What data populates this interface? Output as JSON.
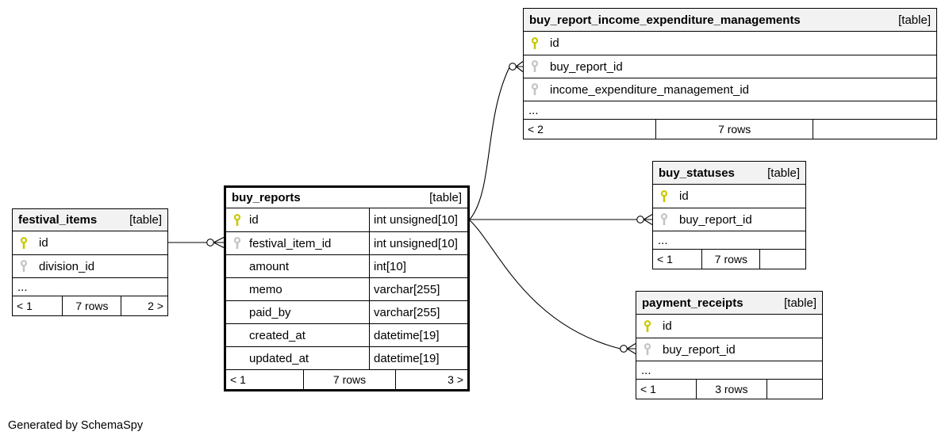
{
  "credit": "Generated by SchemaSpy",
  "colors": {
    "primary_key": "#c8c800",
    "foreign_key": "#c4c4c4",
    "header_bg": "#f2f2f2",
    "focus_header_bg": "#ffffff",
    "line": "#000000",
    "background": "#ffffff"
  },
  "tables": [
    {
      "title": "buy_report_income_expenditure_managements",
      "badge": "[table]",
      "focus": false,
      "columns": [
        {
          "name": "id",
          "key": "primary"
        },
        {
          "name": "buy_report_id",
          "key": "foreign"
        },
        {
          "name": "income_expenditure_management_id",
          "key": "foreign"
        }
      ],
      "truncated": "...",
      "stats": {
        "parents": "< 2",
        "rows": "7 rows",
        "children": ""
      }
    },
    {
      "title": "buy_statuses",
      "badge": "[table]",
      "focus": false,
      "columns": [
        {
          "name": "id",
          "key": "primary"
        },
        {
          "name": "buy_report_id",
          "key": "foreign"
        }
      ],
      "truncated": "...",
      "stats": {
        "parents": "< 1",
        "rows": "7 rows",
        "children": ""
      }
    },
    {
      "title": "payment_receipts",
      "badge": "[table]",
      "focus": false,
      "columns": [
        {
          "name": "id",
          "key": "primary"
        },
        {
          "name": "buy_report_id",
          "key": "foreign"
        }
      ],
      "truncated": "...",
      "stats": {
        "parents": "< 1",
        "rows": "3 rows",
        "children": ""
      }
    },
    {
      "title": "buy_reports",
      "badge": "[table]",
      "focus": true,
      "columns": [
        {
          "name": "id",
          "key": "primary",
          "type": "int unsigned[10]"
        },
        {
          "name": "festival_item_id",
          "key": "foreign",
          "type": "int unsigned[10]"
        },
        {
          "name": "amount",
          "key": "",
          "type": "int[10]"
        },
        {
          "name": "memo",
          "key": "",
          "type": "varchar[255]"
        },
        {
          "name": "paid_by",
          "key": "",
          "type": "varchar[255]"
        },
        {
          "name": "created_at",
          "key": "",
          "type": "datetime[19]"
        },
        {
          "name": "updated_at",
          "key": "",
          "type": "datetime[19]"
        }
      ],
      "truncated": "",
      "stats": {
        "parents": "< 1",
        "rows": "7 rows",
        "children": "3 >"
      }
    },
    {
      "title": "festival_items",
      "badge": "[table]",
      "focus": false,
      "columns": [
        {
          "name": "id",
          "key": "primary"
        },
        {
          "name": "division_id",
          "key": "foreign"
        }
      ],
      "truncated": "...",
      "stats": {
        "parents": "< 1",
        "rows": "7 rows",
        "children": "2 >"
      }
    }
  ],
  "relationships": [
    {
      "from": "festival_items.id",
      "to": "buy_reports.festival_item_id"
    },
    {
      "from": "buy_reports.id",
      "to": "buy_report_income_expenditure_managements.buy_report_id"
    },
    {
      "from": "buy_reports.id",
      "to": "buy_statuses.buy_report_id"
    },
    {
      "from": "buy_reports.id",
      "to": "payment_receipts.buy_report_id"
    }
  ]
}
